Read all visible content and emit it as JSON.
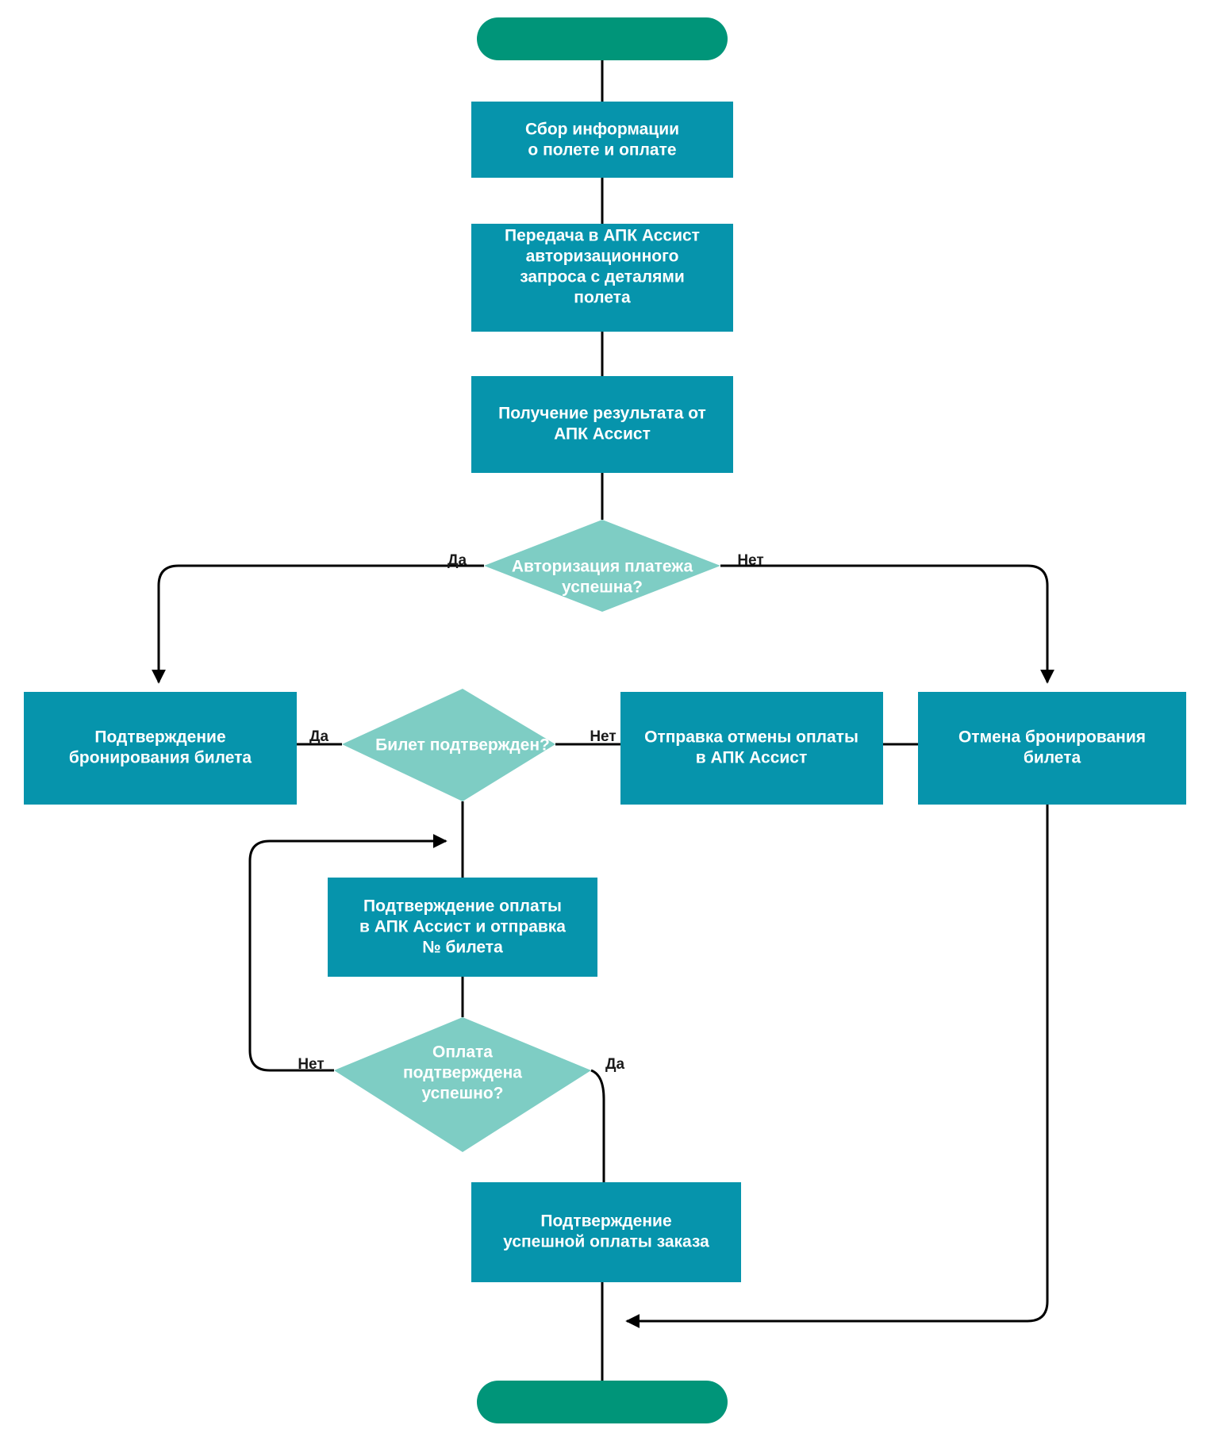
{
  "diagram": {
    "type": "flowchart",
    "orientation": "top-to-bottom",
    "language": "ru",
    "background_color": "#ffffff",
    "colors": {
      "terminal": "#009579",
      "process": "#0694ac",
      "decision": "#7ecdc4",
      "connector": "#000000",
      "node_text": "#ffffff",
      "edge_label_text": "#1a1a1a"
    },
    "nodes": {
      "start": {
        "shape": "terminal",
        "label": ""
      },
      "collect": {
        "shape": "process",
        "label_lines": [
          "Сбор информации",
          "о полете и оплате"
        ]
      },
      "send_auth": {
        "shape": "process",
        "label_lines": [
          "Передача в АПК Ассист",
          "авторизационного",
          "запроса с деталями",
          "полета"
        ]
      },
      "get_result": {
        "shape": "process",
        "label_lines": [
          "Получение результата от",
          "АПК Ассист"
        ]
      },
      "auth_ok": {
        "shape": "decision",
        "label_lines": [
          "Авторизация платежа",
          "успешна?"
        ]
      },
      "confirm_booking": {
        "shape": "process",
        "label_lines": [
          "Подтверждение",
          "бронирования билета"
        ]
      },
      "ticket_ok": {
        "shape": "decision",
        "label_lines": [
          "Билет подтвержден?"
        ]
      },
      "send_cancel": {
        "shape": "process",
        "label_lines": [
          "Отправка отмены оплаты",
          "в АПК Ассист"
        ]
      },
      "cancel_booking": {
        "shape": "process",
        "label_lines": [
          "Отмена бронирования",
          "билета"
        ]
      },
      "confirm_payment": {
        "shape": "process",
        "label_lines": [
          "Подтверждение оплаты",
          "в АПК Ассист и отправка",
          "№ билета"
        ]
      },
      "payment_ok": {
        "shape": "decision",
        "label_lines": [
          "Оплата",
          "подтверждена",
          "успешно?"
        ]
      },
      "order_paid": {
        "shape": "process",
        "label_lines": [
          "Подтверждение",
          "успешной оплаты заказа"
        ]
      },
      "end": {
        "shape": "terminal",
        "label": ""
      }
    },
    "edge_labels": {
      "auth_yes": "Да",
      "auth_no": "Нет",
      "ticket_yes": "Да",
      "ticket_no": "Нет",
      "payment_no": "Нет",
      "payment_yes": "Да"
    },
    "edges": [
      {
        "from": "start",
        "to": "collect",
        "label": ""
      },
      {
        "from": "collect",
        "to": "send_auth",
        "label": ""
      },
      {
        "from": "send_auth",
        "to": "get_result",
        "label": ""
      },
      {
        "from": "get_result",
        "to": "auth_ok",
        "label": ""
      },
      {
        "from": "auth_ok",
        "to": "confirm_booking",
        "label": "Да"
      },
      {
        "from": "auth_ok",
        "to": "cancel_booking",
        "label": "Нет"
      },
      {
        "from": "ticket_ok",
        "to": "confirm_booking",
        "label": "Да"
      },
      {
        "from": "ticket_ok",
        "to": "send_cancel",
        "label": "Нет"
      },
      {
        "from": "send_cancel",
        "to": "cancel_booking",
        "label": ""
      },
      {
        "from": "ticket_ok",
        "to": "confirm_payment",
        "label": ""
      },
      {
        "from": "confirm_payment",
        "to": "payment_ok",
        "label": ""
      },
      {
        "from": "payment_ok",
        "to": "confirm_payment",
        "label": "Нет"
      },
      {
        "from": "payment_ok",
        "to": "order_paid",
        "label": "Да"
      },
      {
        "from": "order_paid",
        "to": "end",
        "label": ""
      },
      {
        "from": "cancel_booking",
        "to": "end",
        "label": ""
      }
    ]
  }
}
